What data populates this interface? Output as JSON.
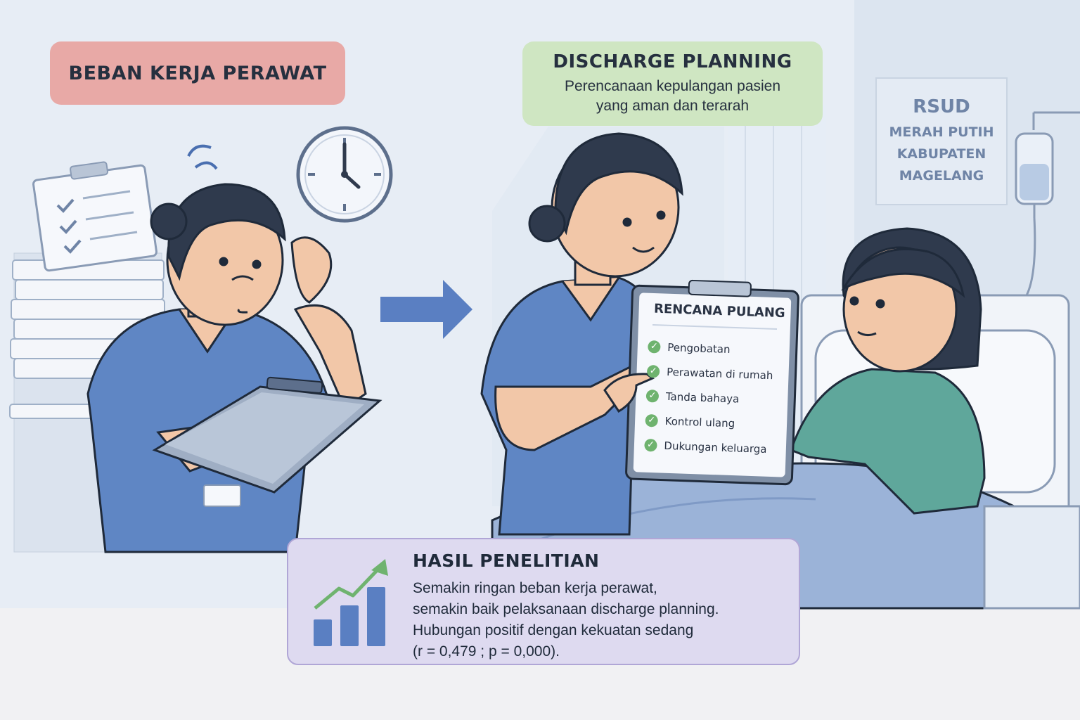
{
  "workload": {
    "title": "BEBAN KERJA PERAWAT"
  },
  "discharge": {
    "title": "DISCHARGE PLANNING",
    "subtitle_line1": "Perencanaan kepulangan pasien",
    "subtitle_line2": "yang aman dan terarah"
  },
  "hospital_sign": {
    "line1": "RSUD",
    "line2": "MERAH PUTIH",
    "line3": "KABUPATEN",
    "line4": "MAGELANG"
  },
  "clipboard": {
    "title": "RENCANA PULANG",
    "items": [
      {
        "label": "Pengobatan"
      },
      {
        "label": "Perawatan di rumah"
      },
      {
        "label": "Tanda bahaya"
      },
      {
        "label": "Kontrol ulang"
      },
      {
        "label": "Dukungan keluarga"
      }
    ],
    "check_symbol": "✓"
  },
  "results": {
    "title": "HASIL PENELITIAN",
    "lines": [
      "Semakin ringan beban kerja perawat,",
      "semakin baik pelaksanaan discharge planning.",
      "Hubungan positif dengan kekuatan sedang",
      "(r = 0,479 ; p = 0,000)."
    ]
  },
  "icons": {
    "clock": "clock-icon",
    "arrow": "arrow-right-icon",
    "chart": "growth-chart-icon",
    "check": "check-icon",
    "iv_bag": "iv-bag-icon"
  },
  "colors": {
    "workload_bg": "#e8a9a6",
    "discharge_bg": "#cfe6c2",
    "results_bg": "#dedaf0",
    "scrubs": "#5f86c4",
    "patient_gown": "#5fa79b",
    "arrow": "#5a7fc2",
    "check": "#6fb36f"
  }
}
